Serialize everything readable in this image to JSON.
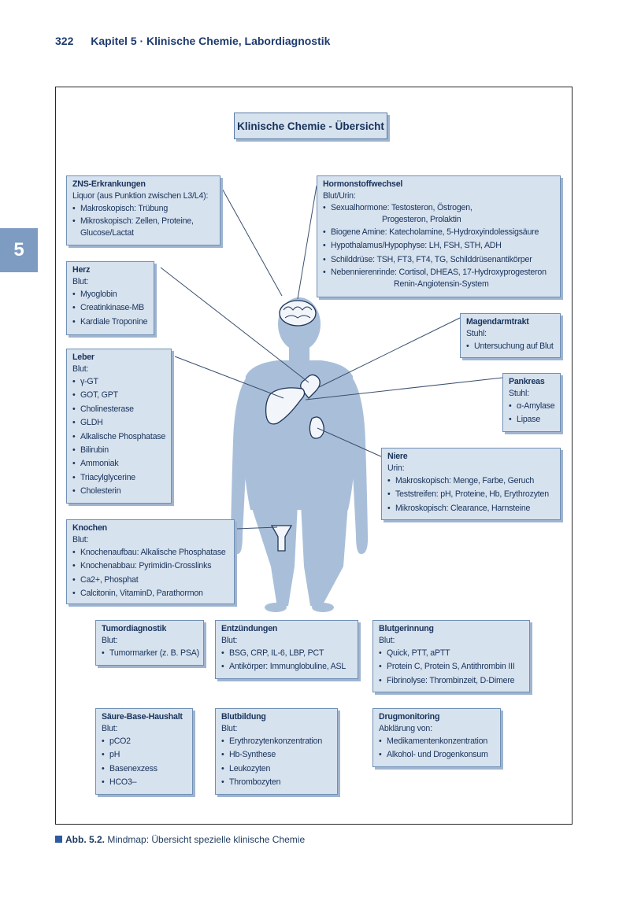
{
  "header": {
    "page": "322",
    "chapter": "Kapitel 5 · Klinische Chemie, Labordiagnostik"
  },
  "sidetab": "5",
  "main_title": "Klinische Chemie - Übersicht",
  "caption": {
    "label": "Abb. 5.2.",
    "text": "Mindmap: Übersicht spezielle klinische Chemie"
  },
  "boxes": {
    "zns": {
      "title": "ZNS-Erkrankungen",
      "sub": "Liquor (aus Punktion zwischen L3/L4):",
      "items": [
        "Makroskopisch: Trübung",
        "Mikroskopisch: Zellen, Proteine,",
        "Glucose/Lactat"
      ]
    },
    "hormon": {
      "title": "Hormonstoffwechsel",
      "sub": "Blut/Urin:",
      "items": [
        "Sexualhormone: Testosteron, Östrogen,",
        "Progesteron, Prolaktin",
        "Biogene Amine: Katecholamine, 5-Hydroxyindolessigsäure",
        "Hypothalamus/Hypophyse: LH, FSH, STH, ADH",
        "Schilddrüse: TSH, FT3, FT4, TG, Schilddrüsenantikörper",
        "Nebennierenrinde: Cortisol, DHEAS, 17-Hydroxyprogesteron",
        "Renin-Angiotensin-System"
      ]
    },
    "herz": {
      "title": "Herz",
      "sub": "Blut:",
      "items": [
        "Myoglobin",
        "Creatinkinase-MB",
        "Kardiale Troponine"
      ]
    },
    "magen": {
      "title": "Magendarmtrakt",
      "sub": "Stuhl:",
      "items": [
        "Untersuchung auf Blut"
      ]
    },
    "leber": {
      "title": "Leber",
      "sub": "Blut:",
      "items": [
        "γ-GT",
        "GOT, GPT",
        "Cholinesterase",
        "GLDH",
        "Alkalische Phosphatase",
        "Bilirubin",
        "Ammoniak",
        "Triacylglycerine",
        "Cholesterin"
      ]
    },
    "pankreas": {
      "title": "Pankreas",
      "sub": "Stuhl:",
      "items": [
        "α-Amylase",
        "Lipase"
      ]
    },
    "niere": {
      "title": "Niere",
      "sub": "Urin:",
      "items": [
        "Makroskopisch: Menge, Farbe, Geruch",
        "Teststreifen: pH, Proteine, Hb, Erythrozyten",
        "Mikroskopisch: Clearance, Harnsteine"
      ]
    },
    "knochen": {
      "title": "Knochen",
      "sub": "Blut:",
      "items": [
        "Knochenaufbau: Alkalische Phosphatase",
        "Knochenabbau: Pyrimidin-Crosslinks",
        "Ca2+, Phosphat",
        "Calcitonin, VitaminD, Parathormon"
      ]
    },
    "tumor": {
      "title": "Tumordiagnostik",
      "sub": "Blut:",
      "items": [
        "Tumormarker (z. B. PSA)"
      ]
    },
    "entz": {
      "title": "Entzündungen",
      "sub": "Blut:",
      "items": [
        "BSG, CRP, IL-6, LBP, PCT",
        "Antikörper: Immunglobuline, ASL"
      ]
    },
    "blutger": {
      "title": "Blutgerinnung",
      "sub": "Blut:",
      "items": [
        "Quick, PTT, aPTT",
        "Protein C, Protein S, Antithrombin III",
        "Fibrinolyse: Thrombinzeit, D-Dimere"
      ]
    },
    "saeure": {
      "title": "Säure-Base-Haushalt",
      "sub": "Blut:",
      "items": [
        "pCO2",
        "pH",
        "Basenexzess",
        "HCO3–"
      ]
    },
    "blutbild": {
      "title": "Blutbildung",
      "sub": "Blut:",
      "items": [
        "Erythrozytenkonzentration",
        "Hb-Synthese",
        "Leukozyten",
        "Thrombozyten"
      ]
    },
    "drug": {
      "title": "Drugmonitoring",
      "sub": "Abklärung von:",
      "items": [
        "Medikamentenkonzentration",
        "Alkohol- und Drogenkonsum"
      ]
    }
  }
}
